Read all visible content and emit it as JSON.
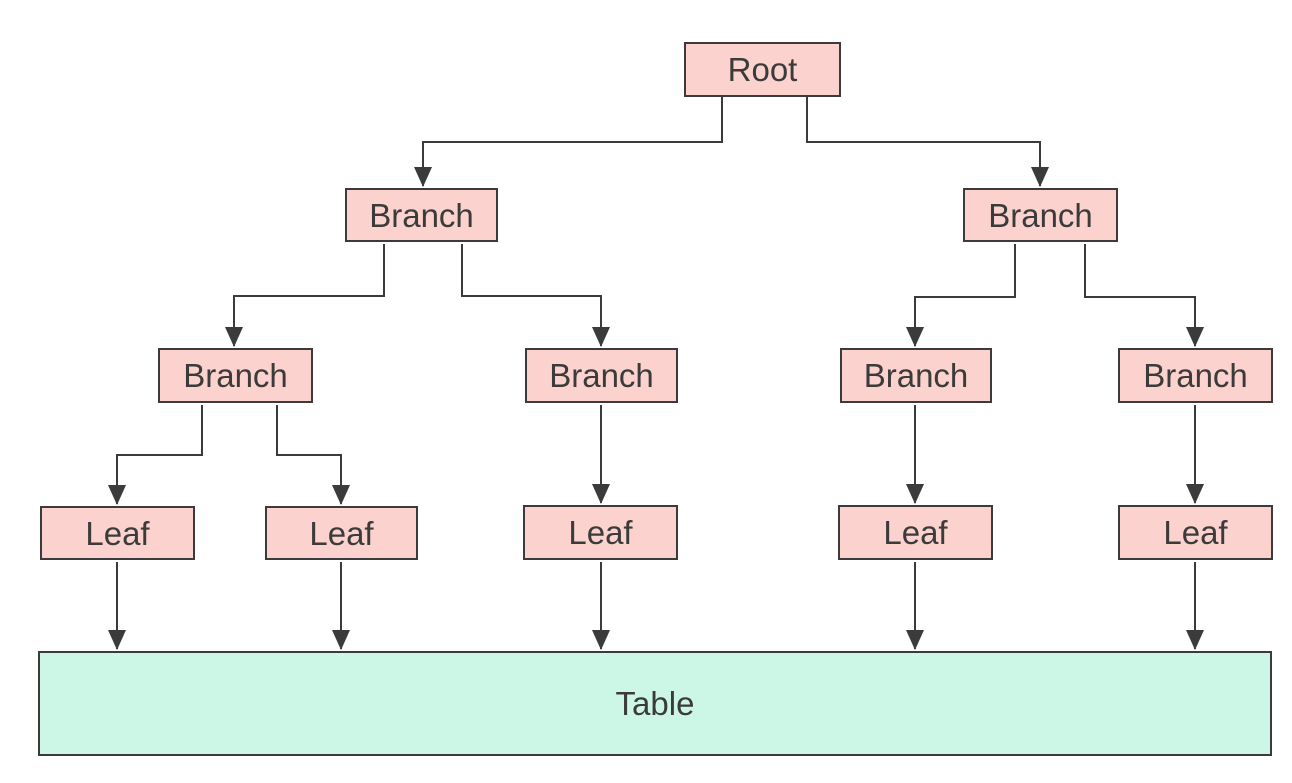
{
  "diagram": {
    "root": {
      "label": "Root"
    },
    "branches_level1": [
      {
        "label": "Branch"
      },
      {
        "label": "Branch"
      }
    ],
    "branches_level2": [
      {
        "label": "Branch"
      },
      {
        "label": "Branch"
      },
      {
        "label": "Branch"
      },
      {
        "label": "Branch"
      }
    ],
    "leaves": [
      {
        "label": "Leaf"
      },
      {
        "label": "Leaf"
      },
      {
        "label": "Leaf"
      },
      {
        "label": "Leaf"
      },
      {
        "label": "Leaf"
      }
    ],
    "table": {
      "label": "Table"
    },
    "colors": {
      "background": "#ffffff",
      "node_fill": "#fcd2ce",
      "node_border": "#3b3b3b",
      "table_fill": "#ccf7e6",
      "connector": "#3b3b3b",
      "text": "#3b3b3b"
    }
  }
}
